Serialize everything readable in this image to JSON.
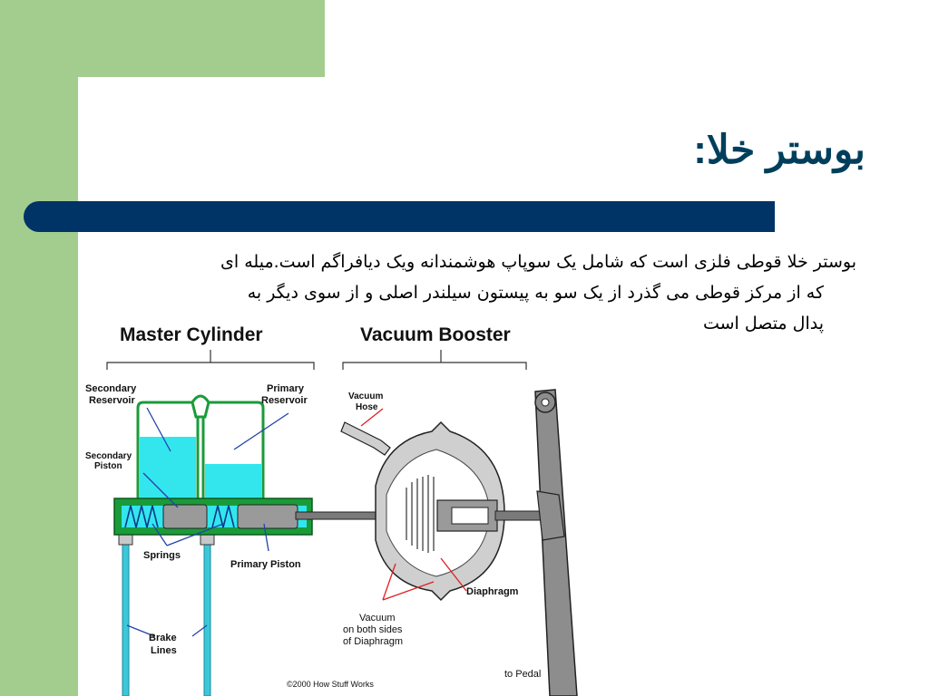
{
  "slide": {
    "title": "بوستر خلا:",
    "body_lines": [
      "بوستر خلا قوطی فلزی است که شامل یک سوپاپ هوشمندانه ویک دیافراگم است.میله ای",
      "که از مرکز قوطی می گذرد از یک سو به پیستون سیلندر اصلی و از سوی دیگر به",
      "پدال متصل است"
    ]
  },
  "diagram": {
    "labels": {
      "master_cylinder": "Master Cylinder",
      "vacuum_booster": "Vacuum Booster",
      "secondary_reservoir": [
        "Secondary",
        "Reservoir"
      ],
      "primary_reservoir": [
        "Primary",
        "Reservoir"
      ],
      "secondary_piston": [
        "Secondary",
        "Piston"
      ],
      "springs": "Springs",
      "primary_piston": "Primary Piston",
      "brake_lines": [
        "Brake",
        "Lines"
      ],
      "vacuum_hose": [
        "Vacuum",
        "Hose"
      ],
      "diaphragm": "Diaphragm",
      "vacuum_both_sides": [
        "Vacuum",
        "on both sides",
        "of Diaphragm"
      ],
      "to_pedal": "to Pedal",
      "copyright": "©2000 How Stuff Works"
    },
    "colors": {
      "cylinder_green": "#1a9b3a",
      "fluid_cyan": "#33e6ee",
      "brake_line": "#3cc8d8",
      "booster_gray": "#cfcfcf",
      "pedal_gray": "#8d8d8d",
      "callout_red": "#e02020",
      "callout_blue": "#2244aa"
    }
  }
}
